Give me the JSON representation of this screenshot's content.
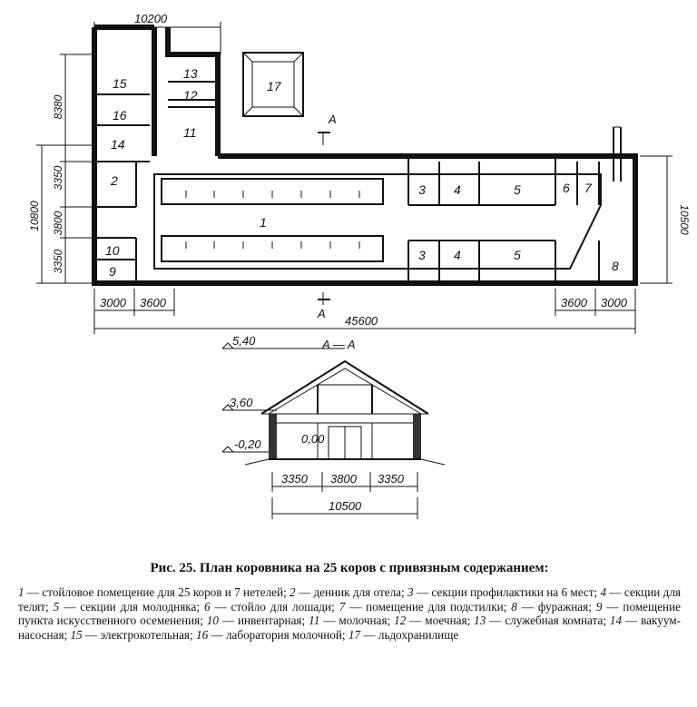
{
  "plan": {
    "rooms": [
      {
        "num": "1"
      },
      {
        "num": "2"
      },
      {
        "num": "3"
      },
      {
        "num": "3"
      },
      {
        "num": "4"
      },
      {
        "num": "4"
      },
      {
        "num": "5"
      },
      {
        "num": "5"
      },
      {
        "num": "6"
      },
      {
        "num": "7"
      },
      {
        "num": "8"
      },
      {
        "num": "9"
      },
      {
        "num": "10"
      },
      {
        "num": "11"
      },
      {
        "num": "12"
      },
      {
        "num": "13"
      },
      {
        "num": "14"
      },
      {
        "num": "15"
      },
      {
        "num": "16"
      },
      {
        "num": "17"
      }
    ],
    "dimensions": {
      "top_width": "10200",
      "total_length": "45600",
      "total_height": "10800",
      "right_height": "10500",
      "left_upper": "8380",
      "left_segments": [
        "3350",
        "3800",
        "3350"
      ],
      "bottom_left": [
        "3000",
        "3600"
      ],
      "bottom_right": [
        "3600",
        "3000"
      ]
    },
    "section_marker": "A",
    "section_title": "A — A",
    "elevations": [
      "5,40",
      "3,60",
      "0,00",
      "-0,20"
    ],
    "section_dims": [
      "3350",
      "3800",
      "3350"
    ],
    "section_total": "10500"
  },
  "caption": {
    "title": "Рис. 25. План коровника на 25 коров с привязным содержанием:",
    "legend": [
      {
        "num": "1",
        "text": " — стойловое помещение для 25 коров и 7 нетелей; "
      },
      {
        "num": "2",
        "text": " — денник для отела; "
      },
      {
        "num": "3",
        "text": " — секции профилактики на 6 мест; "
      },
      {
        "num": "4",
        "text": " — секции для телят; "
      },
      {
        "num": "5",
        "text": " — секции для молодняка; "
      },
      {
        "num": "6",
        "text": " — стойло для лошади; "
      },
      {
        "num": "7",
        "text": " — помещение для подстилки; "
      },
      {
        "num": "8",
        "text": " — фуражная; "
      },
      {
        "num": "9",
        "text": " — помещение пункта искусственного осеменения; "
      },
      {
        "num": "10",
        "text": " — инвентарная; "
      },
      {
        "num": "11",
        "text": " — молочная; "
      },
      {
        "num": "12",
        "text": " — моечная; "
      },
      {
        "num": "13",
        "text": " — служебная комната; "
      },
      {
        "num": "14",
        "text": " — вакуум-насосная; "
      },
      {
        "num": "15",
        "text": " — электрокотельная; "
      },
      {
        "num": "16",
        "text": " — лаборатория молочной; "
      },
      {
        "num": "17",
        "text": " — льдохранилище"
      }
    ]
  }
}
